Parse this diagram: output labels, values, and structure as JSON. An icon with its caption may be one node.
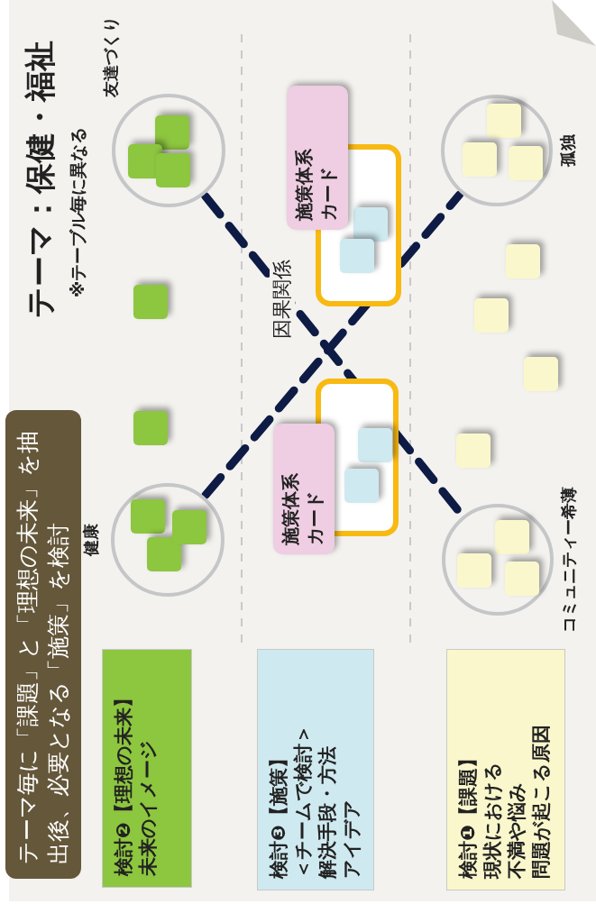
{
  "diagram": {
    "title": "テーマ：保健・福祉",
    "nodes": [
      {
        "text": [
          "テーマ毎に「課題」と「理想の未来」を抽出後、必要となる「施策」を検討"
        ]
      },
      {
        "text": [
          "検討❷【理想の未来】",
          "未来のイメージ"
        ]
      },
      {
        "text": [
          "検討❸【施策】",
          "＜チームで検討＞",
          "解決手段・方法",
          "アイデア"
        ]
      },
      {
        "text": [
          "検討❶【課題】",
          "現状における",
          "不満や悩み",
          "問題が起こる原因"
        ]
      },
      {
        "text": [
          "健康"
        ]
      },
      {
        "text": [],
        "shape": "box",
        "in": 4
      },
      {
        "text": [],
        "shape": "box",
        "in": 4
      },
      {
        "text": [],
        "shape": "box",
        "in": 4
      },
      {
        "text": [],
        "shape": "box"
      },
      {
        "text": [],
        "shape": "box"
      },
      {
        "text": [
          "友達づくり"
        ]
      },
      {
        "text": [],
        "shape": "box",
        "in": 10
      },
      {
        "text": [],
        "shape": "box",
        "in": 10
      },
      {
        "text": [],
        "shape": "box",
        "in": 10
      },
      {
        "text": [],
        "shape": "box"
      },
      {
        "text": [],
        "shape": "box",
        "in": 14
      },
      {
        "text": [],
        "shape": "box",
        "in": 14
      },
      {
        "text": [
          "施策体系カード"
        ]
      },
      {
        "text": [],
        "shape": "box"
      },
      {
        "text": [],
        "shape": "box",
        "in": 18
      },
      {
        "text": [],
        "shape": "box",
        "in": 18
      },
      {
        "text": [
          "施策体系カード"
        ]
      },
      {
        "text": [
          "コミュニティー希薄"
        ]
      },
      {
        "text": [],
        "shape": "box",
        "in": 22
      },
      {
        "text": [],
        "shape": "box",
        "in": 22
      },
      {
        "text": [],
        "shape": "box",
        "in": 22
      },
      {
        "text": [],
        "shape": "box"
      },
      {
        "text": [],
        "shape": "box"
      },
      {
        "text": [],
        "shape": "box"
      },
      {
        "text": [],
        "shape": "box"
      },
      {
        "text": [
          "孤独"
        ]
      },
      {
        "text": [],
        "shape": "box",
        "in": 30
      },
      {
        "text": [],
        "shape": "box",
        "in": 30
      },
      {
        "text": [],
        "shape": "box",
        "in": 30
      }
    ],
    "edges": [
      {
        "from": 4,
        "to": 30,
        "arrow": "none",
        "style": "dashed"
      },
      {
        "from": 10,
        "to": 22,
        "arrow": "none",
        "style": "dashed",
        "label": "因果関係"
      }
    ],
    "labels": [
      "※テーブル毎に異なる"
    ]
  }
}
